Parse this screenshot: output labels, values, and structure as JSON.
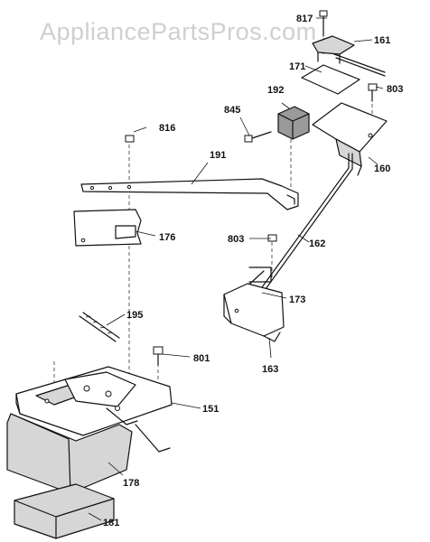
{
  "watermark": "AppliancePartsPros.com",
  "callouts": {
    "p817": "817",
    "p161": "161",
    "p171": "171",
    "p803a": "803",
    "p192": "192",
    "p845": "845",
    "p816": "816",
    "p191": "191",
    "p160": "160",
    "p176": "176",
    "p803b": "803",
    "p162": "162",
    "p173": "173",
    "p195": "195",
    "p801": "801",
    "p163": "163",
    "p151": "151",
    "p178": "178",
    "p181": "181"
  }
}
